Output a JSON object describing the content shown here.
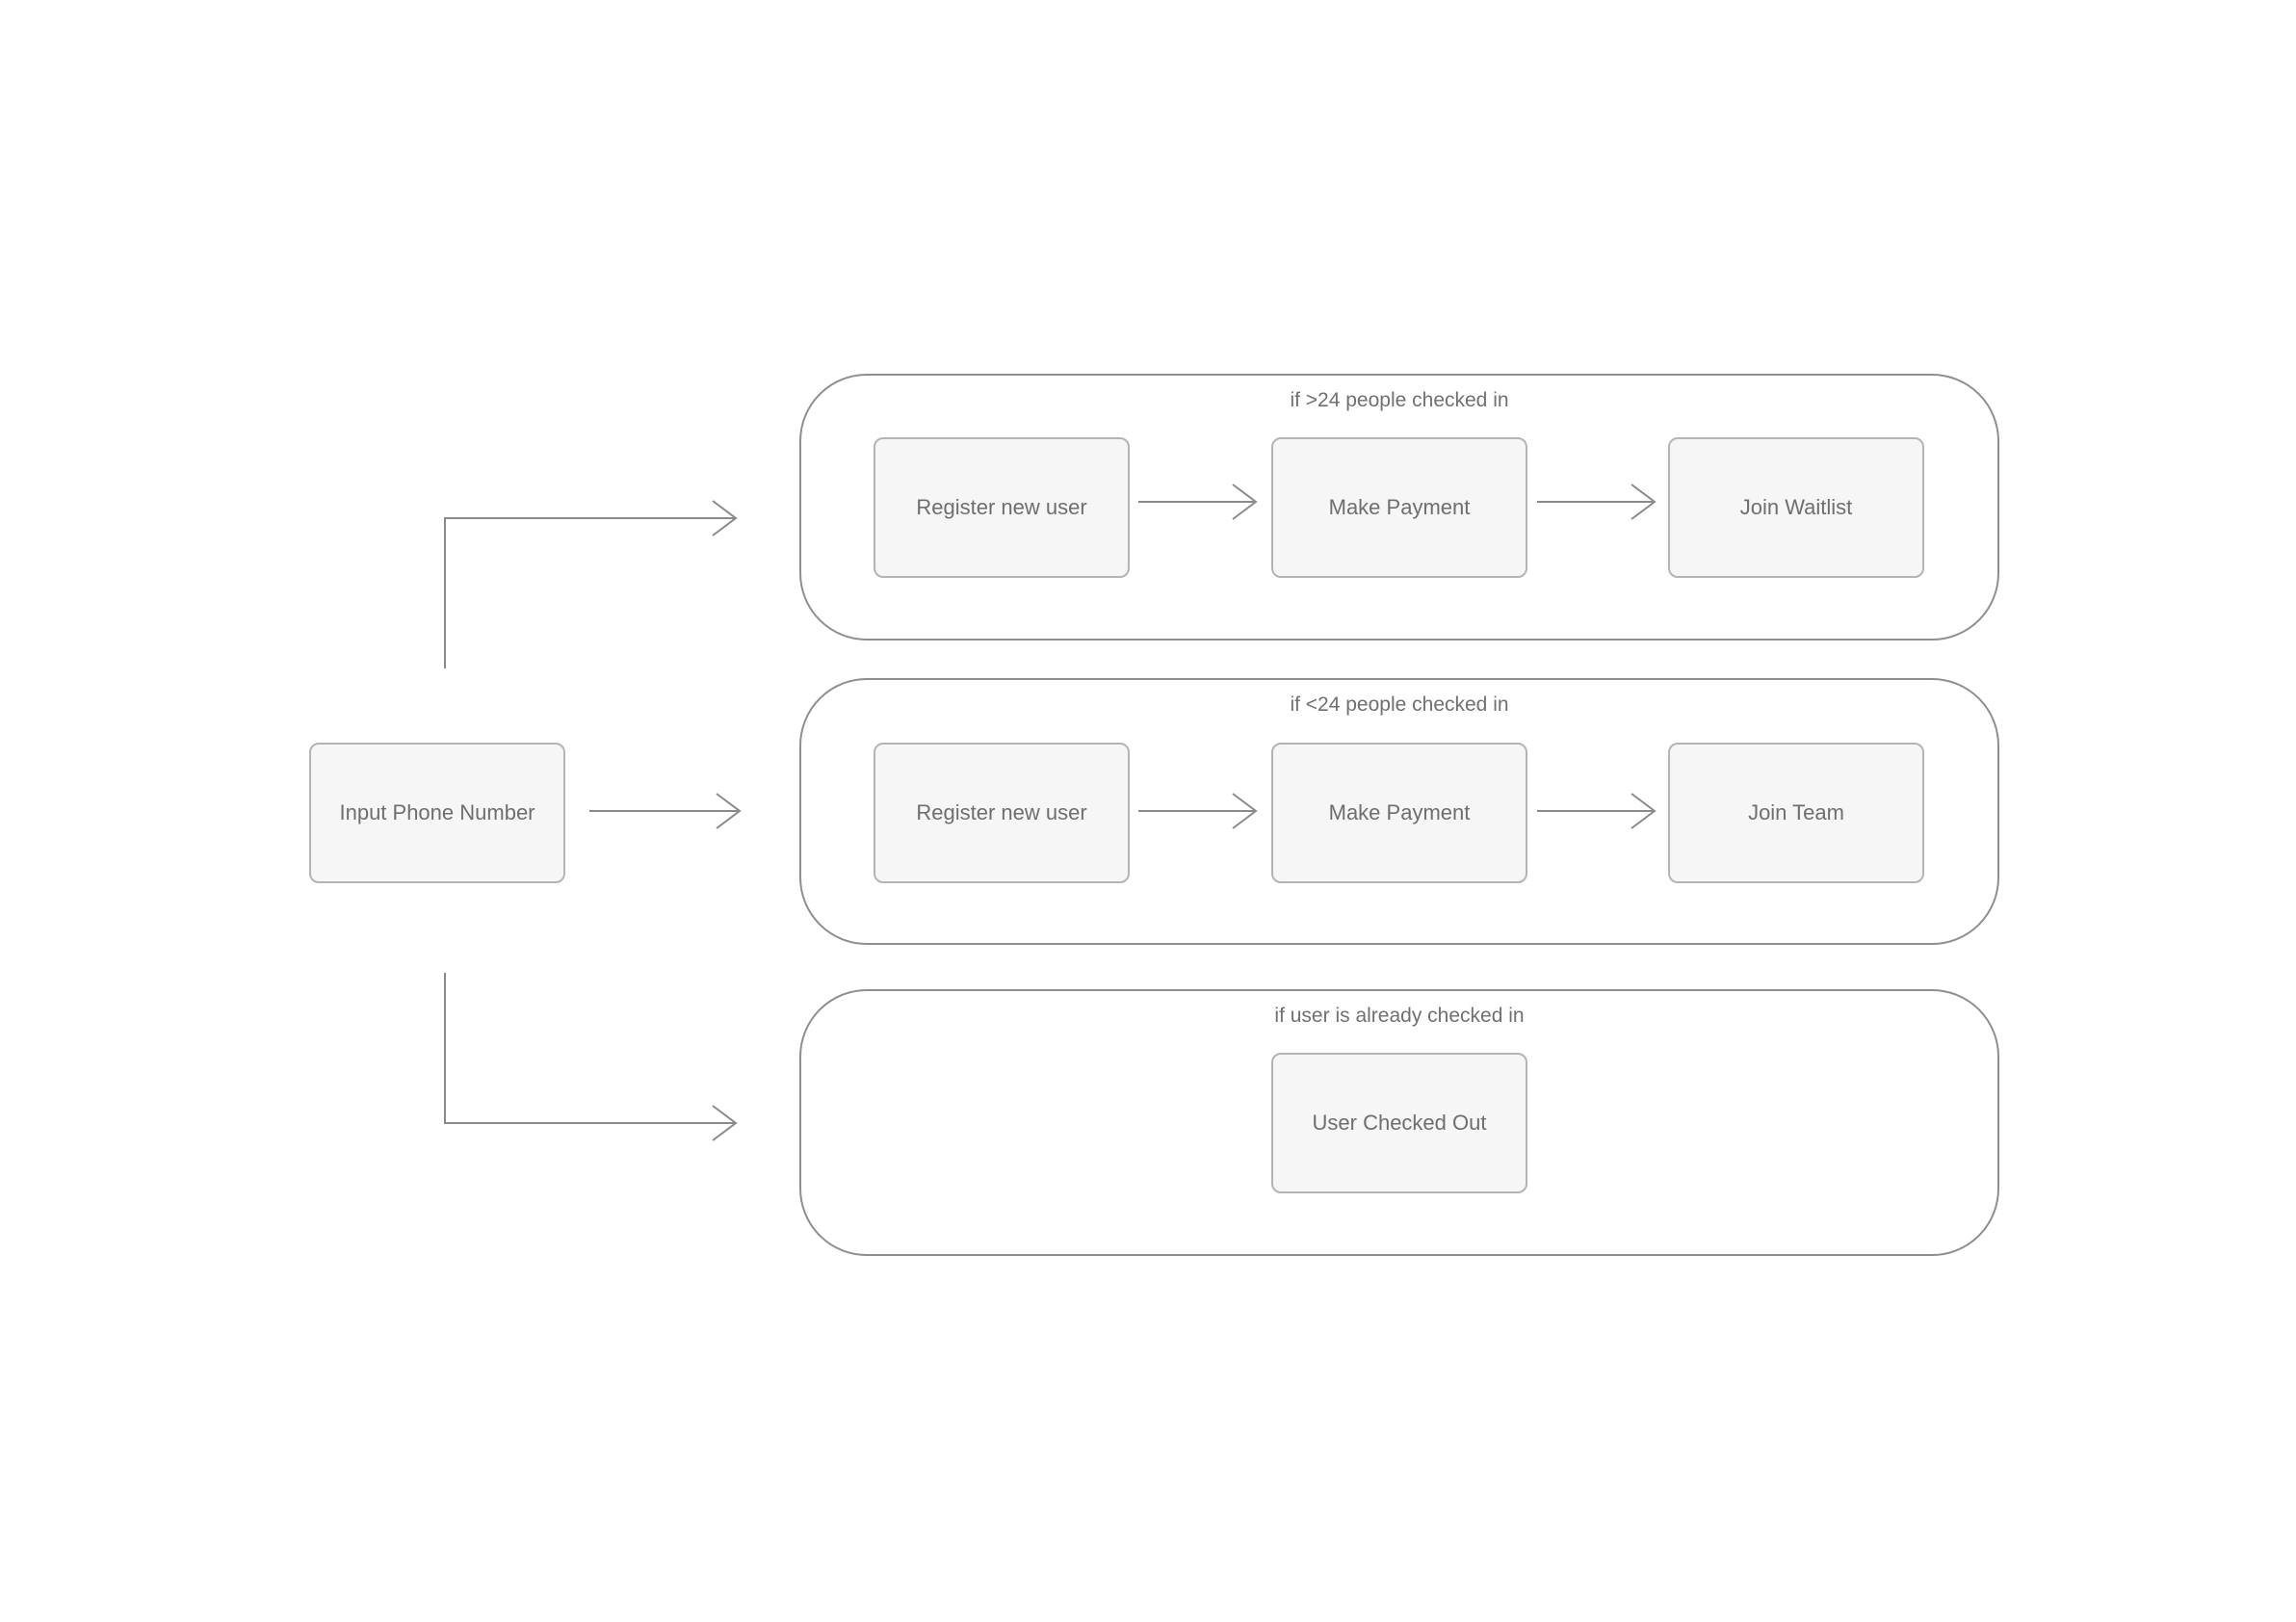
{
  "diagram": {
    "start": {
      "label": "Input Phone Number"
    },
    "groups": [
      {
        "condition": "if >24 people checked in",
        "steps": [
          "Register new user",
          "Make Payment",
          "Join Waitlist"
        ]
      },
      {
        "condition": "if <24 people checked in",
        "steps": [
          "Register new user",
          "Make Payment",
          "Join Team"
        ]
      },
      {
        "condition": "if user is already checked in",
        "steps": [
          "User Checked Out"
        ]
      }
    ]
  },
  "colors": {
    "node_fill": "#f6f6f6",
    "node_border": "#b4b4b4",
    "group_border": "#8f8f8f",
    "text": "#6e6e6e",
    "connector": "#8a8a8a"
  }
}
